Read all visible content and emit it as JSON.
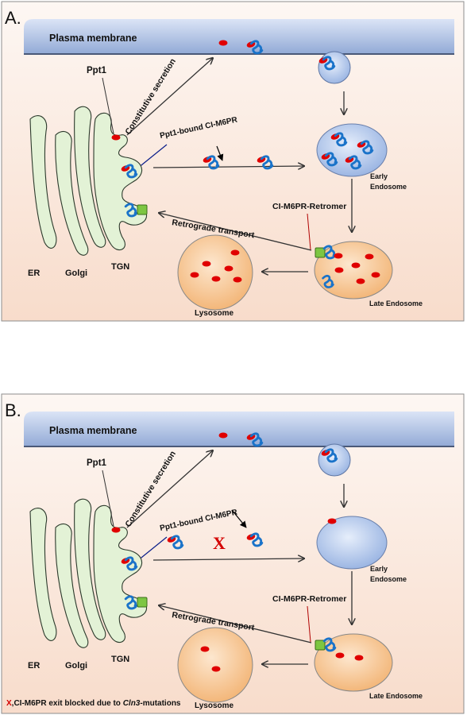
{
  "panels": [
    {
      "letter": "A.",
      "labels": {
        "plasma_membrane": "Plasma membrane",
        "ppt1": "Ppt1",
        "constitutive_secretion": "Constitutive secretion",
        "ppt1_bound": "Ppt1-bound CI-M6PR",
        "early_endosome_1": "Early",
        "early_endosome_2": "Endosome",
        "retromer": "CI-M6PR-Retromer",
        "retrograde": "Retrograde transport",
        "er": "ER",
        "golgi": "Golgi",
        "tgn": "TGN",
        "lysosome": "Lysosome",
        "late_endosome": "Late Endosome"
      }
    },
    {
      "letter": "B.",
      "labels": {
        "plasma_membrane": "Plasma membrane",
        "ppt1": "Ppt1",
        "constitutive_secretion": "Constitutive secretion",
        "ppt1_bound": "Ppt1-bound CI-M6PR",
        "early_endosome_1": "Early",
        "early_endosome_2": "Endosome",
        "retromer": "CI-M6PR-Retromer",
        "retrograde": "Retrograde transport",
        "er": "ER",
        "golgi": "Golgi",
        "tgn": "TGN",
        "lysosome": "Lysosome",
        "late_endosome": "Late Endosome",
        "block_mark": "X"
      }
    }
  ],
  "footnote": {
    "mark": "X",
    "text_before": ",CI-M6PR exit blocked due to ",
    "gene": "Cln3",
    "text_after": "-mutations"
  },
  "colors": {
    "panel_top": "#fdf7f3",
    "panel_bottom": "#f8dccb",
    "membrane_top": "#ccd8f0",
    "membrane_bottom": "#93acd8",
    "organelle_fill": "#e3f2d6",
    "organelle_stroke": "#2c3a2c",
    "lysosome_fill": "#f6c58d",
    "endosome_fill": "#a8bfe6",
    "receptor": "#1a73c9",
    "ppt1": "#e00000",
    "retromer": "#7dc642",
    "block": "#d40000"
  }
}
